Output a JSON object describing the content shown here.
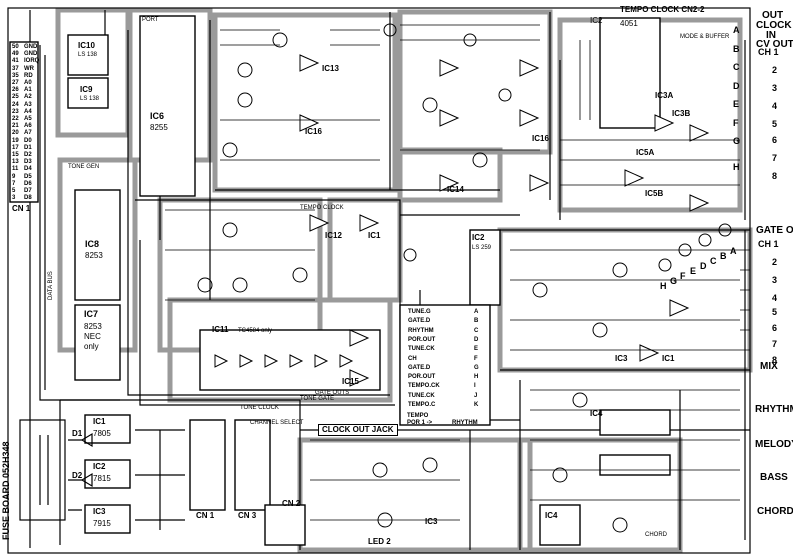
{
  "diagram": {
    "tempo_clock": "TEMPO CLOCK  CN2-2",
    "out_labels": {
      "out": "OUT",
      "clock": "CLOCK",
      "in": "IN",
      "cv_out": "CV OUT",
      "gate_out": "GATE OUT"
    },
    "cv_channels": [
      "CH 1",
      "2",
      "3",
      "4",
      "5",
      "6",
      "7",
      "8"
    ],
    "gate_channels": [
      "CH 1",
      "2",
      "3",
      "4",
      "5",
      "6",
      "7",
      "8"
    ],
    "right_labels": [
      "MIX",
      "RHYTHM",
      "MELODY",
      "BASS",
      "CHORD"
    ],
    "ics": {
      "ic10": {
        "name": "IC10",
        "part": "LS 138"
      },
      "ic9": {
        "name": "IC9",
        "part": "LS 138"
      },
      "ic6": {
        "name": "IC6",
        "part": "8255"
      },
      "ic8": {
        "name": "IC8",
        "part": "8253"
      },
      "ic7": {
        "name": "IC7",
        "part": "8253",
        "extra": "NEC",
        "note": "only"
      },
      "ic2": {
        "name": "IC2",
        "part": "4051"
      },
      "ic2b": {
        "name": "IC2",
        "part": "LS 259"
      },
      "ic11": {
        "name": "IC11",
        "part": "TC4584 only"
      },
      "ic13": "IC13",
      "ic15": "IC15",
      "ic14": "IC14",
      "ic16": "IC16",
      "ic12": "IC12",
      "ic1": "IC1",
      "ic3": "IC3",
      "ic4": "IC4",
      "ic3a": "IC3A",
      "ic3b": "IC3B",
      "ic5a": "IC5A",
      "ic5b": "IC5B"
    },
    "regulators": [
      {
        "name": "IC1",
        "part": "7805"
      },
      {
        "name": "IC2",
        "part": "7815"
      },
      {
        "name": "IC3",
        "part": "7915"
      }
    ],
    "diodes": [
      "D1",
      "D2"
    ],
    "connectors": {
      "cn1": "CN 1",
      "cn2": "CN 2",
      "cn3": "CN 3"
    },
    "cn1_pins": [
      {
        "n": "50",
        "s": "GND"
      },
      {
        "n": "49",
        "s": "GND"
      },
      {
        "n": "41",
        "s": "IORQ"
      },
      {
        "n": "37",
        "s": "WR"
      },
      {
        "n": "35",
        "s": "RD"
      },
      {
        "n": "27",
        "s": "A0"
      },
      {
        "n": "26",
        "s": "A1"
      },
      {
        "n": "25",
        "s": "A2"
      },
      {
        "n": "24",
        "s": "A3"
      },
      {
        "n": "23",
        "s": "A4"
      },
      {
        "n": "22",
        "s": "A5"
      },
      {
        "n": "21",
        "s": "A6"
      },
      {
        "n": "20",
        "s": "A7"
      },
      {
        "n": "19",
        "s": "D0"
      },
      {
        "n": "17",
        "s": "D1"
      },
      {
        "n": "15",
        "s": "D2"
      },
      {
        "n": "13",
        "s": "D3"
      },
      {
        "n": "11",
        "s": "D4"
      },
      {
        "n": "9",
        "s": "D5"
      },
      {
        "n": "7",
        "s": "D6"
      },
      {
        "n": "5",
        "s": "D7"
      },
      {
        "n": "3",
        "s": "D8"
      }
    ],
    "bus_signals": [
      {
        "a": "TUNE.G",
        "b": "A"
      },
      {
        "a": "GATE.D",
        "b": "B"
      },
      {
        "a": "RHYTHM",
        "b": "C"
      },
      {
        "a": "POR.OUT",
        "b": "D"
      },
      {
        "a": "TUNE.CK",
        "b": "E"
      },
      {
        "a": "CH",
        "b": "F"
      },
      {
        "a": "GATE.D",
        "b": "G"
      },
      {
        "a": "POR.OUT",
        "b": "H"
      },
      {
        "a": "TEMPO.CK",
        "b": "I"
      },
      {
        "a": "TUNE.CK",
        "b": "J"
      },
      {
        "a": "TEMPO.C",
        "b": "K"
      }
    ],
    "bus_bottom": [
      "TEMPO",
      "POR  1 ->",
      "RHYTHM"
    ],
    "clock_out_jack": "CLOCK OUT JACK",
    "fuse_board": "FUSE BOARD 052H348",
    "led": "LED 2",
    "misc": {
      "tone_gen": "TONE GEN",
      "port": "PORT",
      "tone_clock": "TONE CLOCK",
      "tone_gate": "TONE GATE",
      "channel_select": "CHANNEL SELECT",
      "tempo_clock2": "TEMPO CLOCK",
      "gate_outs": "GATE OUTS",
      "data_bus": "DATA BUS"
    },
    "mode_buffer": "MODE & BUFFER",
    "chord_small": "CHORD",
    "decoder_labels": [
      "H",
      "G",
      "F",
      "E",
      "D",
      "C",
      "B",
      "A"
    ],
    "cv_mux_letters": [
      "A",
      "B",
      "C",
      "D",
      "E",
      "F",
      "G",
      "H"
    ]
  }
}
